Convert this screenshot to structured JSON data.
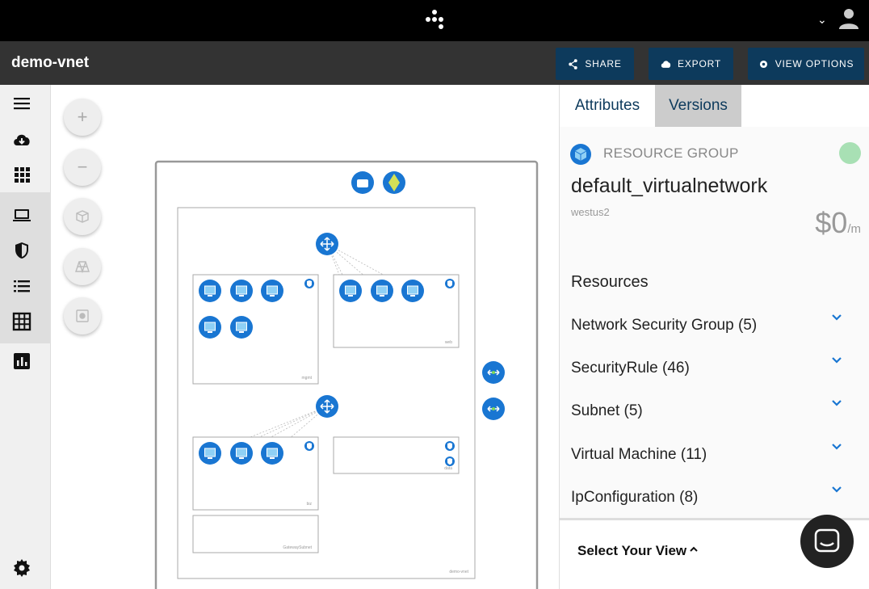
{
  "app": {
    "title": "demo-vnet"
  },
  "toolbar": {
    "share": "SHARE",
    "export": "EXPORT",
    "view_options": "VIEW OPTIONS"
  },
  "zoom": {
    "in": "+",
    "out": "−"
  },
  "panel": {
    "tabs": [
      "Attributes",
      "Versions"
    ],
    "resource_type": "RESOURCE GROUP",
    "name": "default_virtualnetwork",
    "region": "westus2",
    "price": "$0",
    "price_unit": "/m",
    "resources_heading": "Resources",
    "resources": [
      "Network Security Group (5)",
      "SecurityRule (46)",
      "Subnet (5)",
      "Virtual Machine (11)",
      "IpConfiguration (8)"
    ],
    "select_view": "Select Your View"
  },
  "diagram": {
    "vnet_label": "demo-vnet",
    "subnets": [
      "mgmt",
      "web",
      "biz",
      "data",
      "GatewaySubnet"
    ]
  },
  "colors": {
    "accent": "#0d3a5c",
    "node": "#1976d2",
    "status": "#a8e0b4"
  }
}
